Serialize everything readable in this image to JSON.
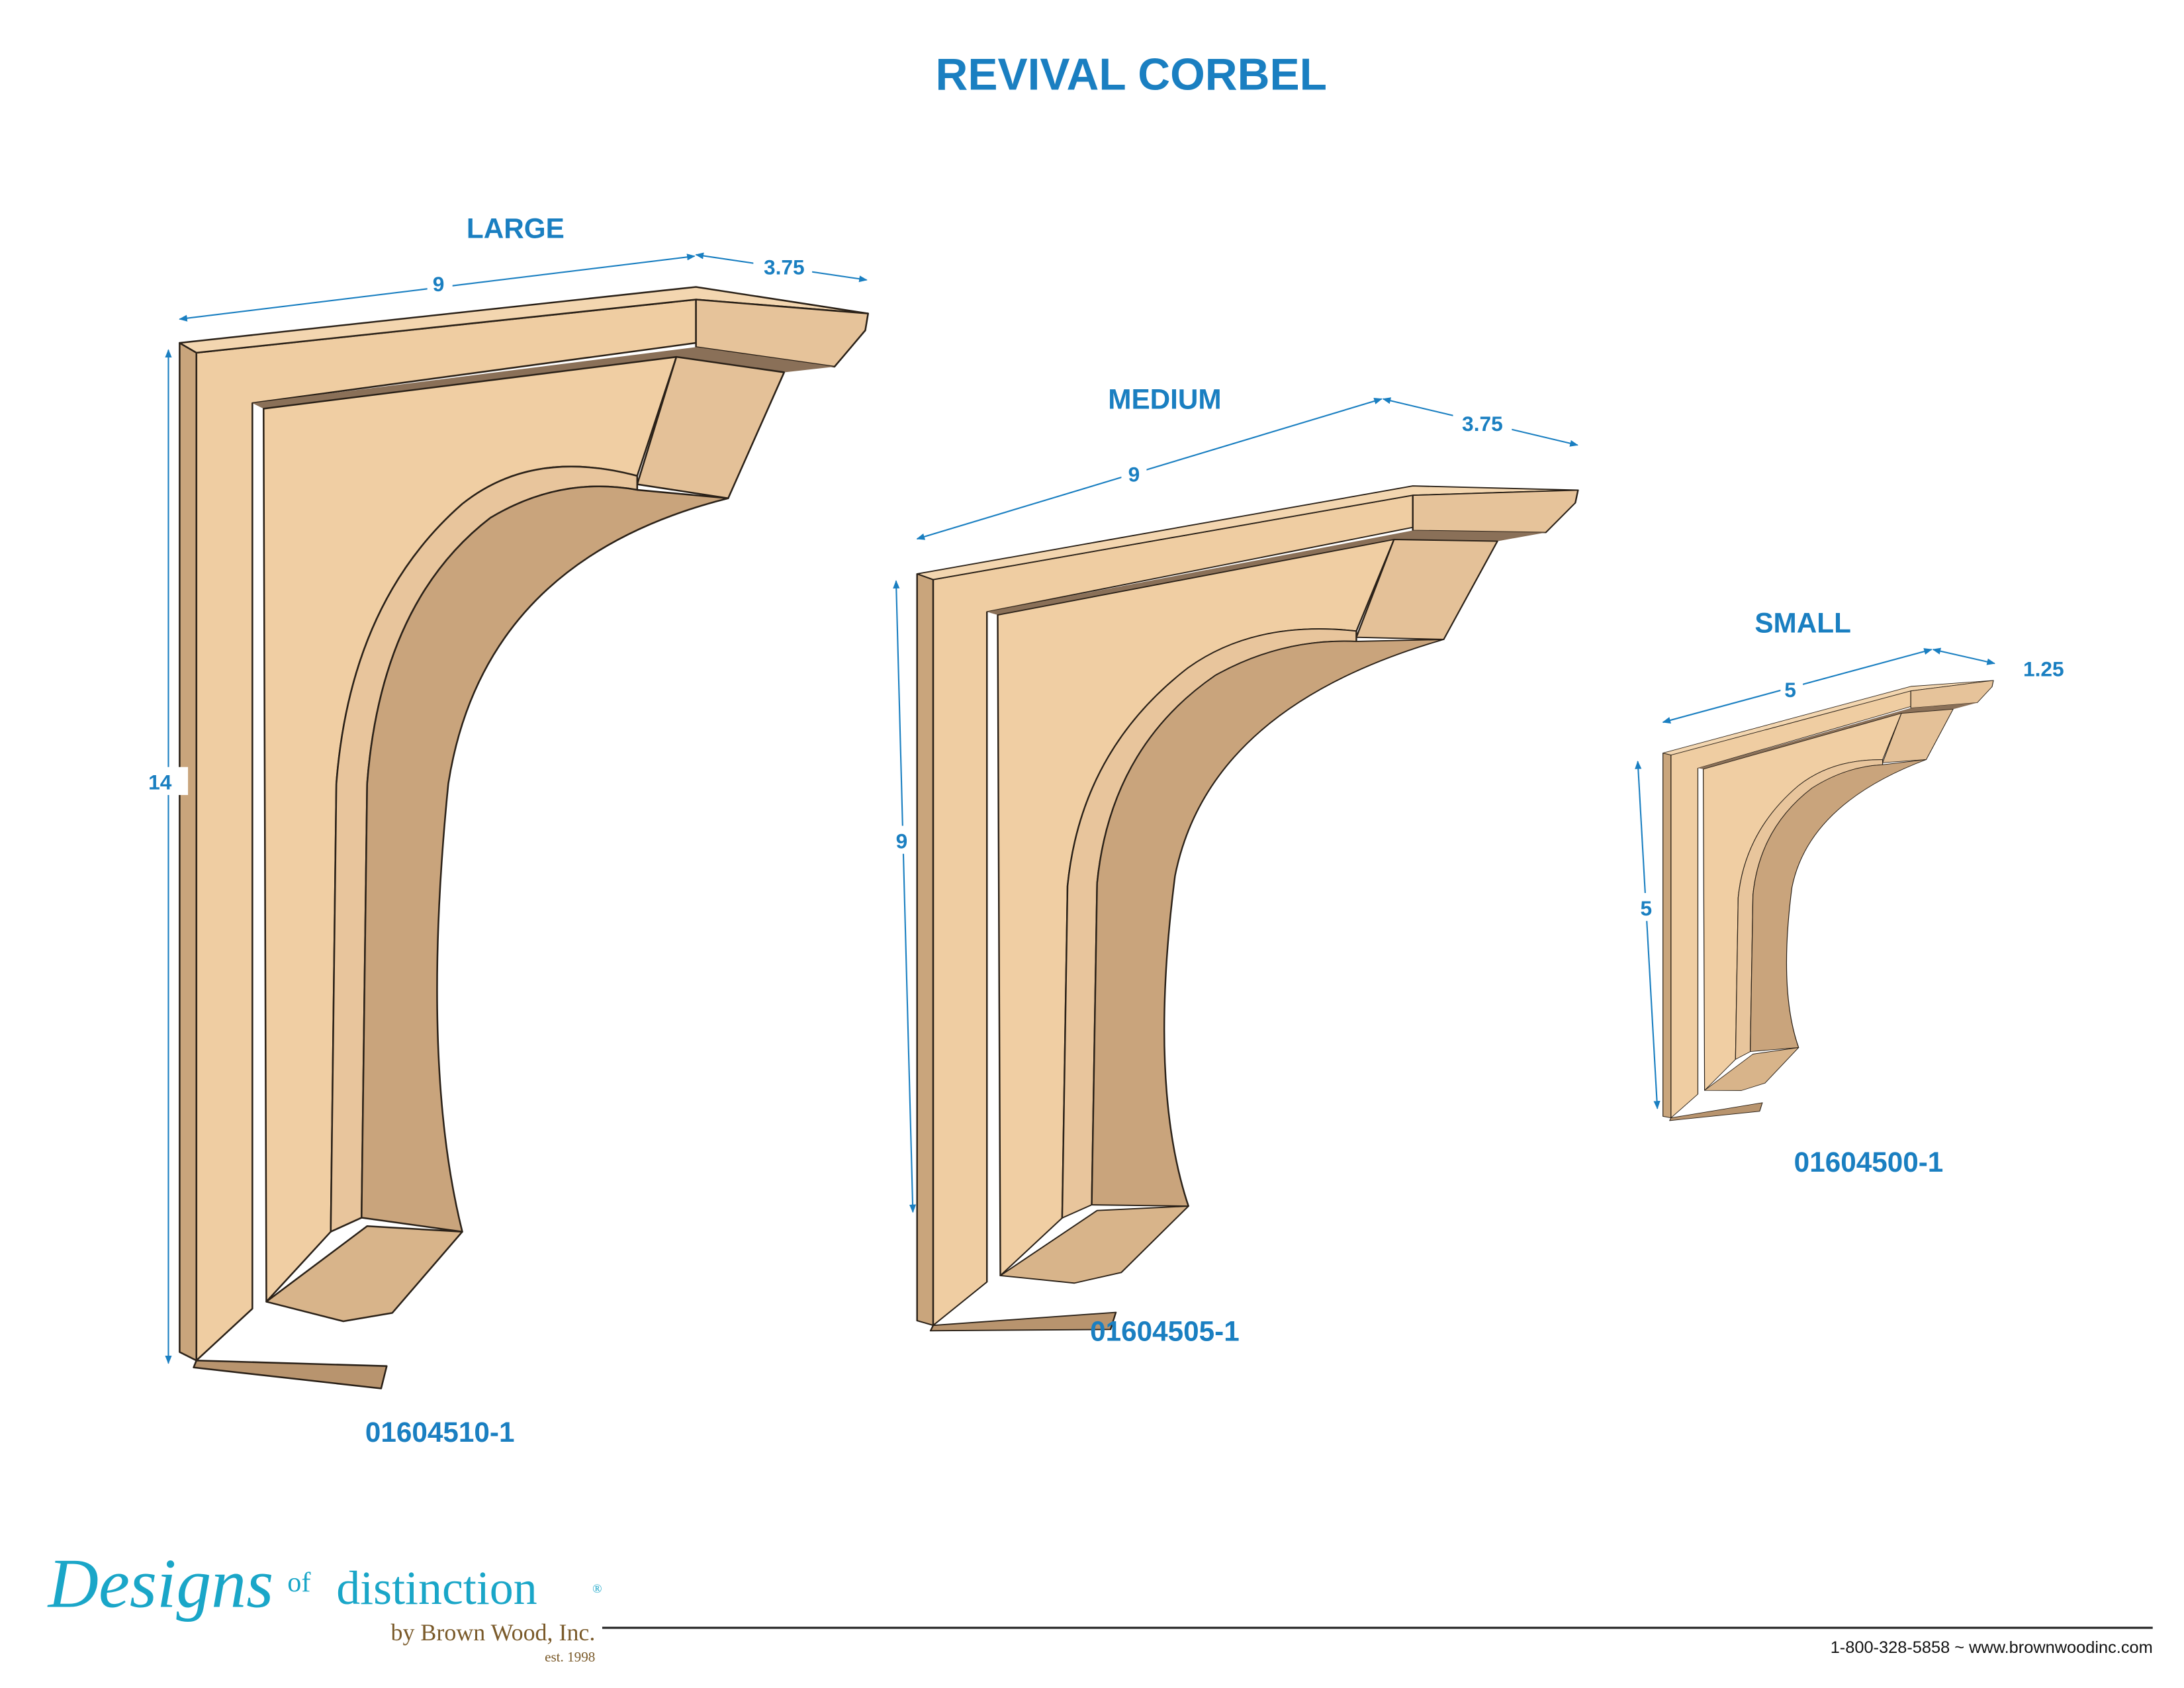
{
  "title": "REVIVAL CORBEL",
  "colors": {
    "accent": "#1a7fc1",
    "wood_light": "#f1cfa4",
    "wood_mid": "#e2bd90",
    "wood_dark": "#b89673",
    "logo_cyan": "#1aa6c8",
    "logo_brown": "#7a5a2a"
  },
  "products": [
    {
      "size": "LARGE",
      "width": "9",
      "depth": "3.75",
      "height": "14",
      "sku": "01604510-1"
    },
    {
      "size": "MEDIUM",
      "width": "9",
      "depth": "3.75",
      "height": "9",
      "sku": "01604505-1"
    },
    {
      "size": "SMALL",
      "width": "5",
      "depth": "1.25",
      "height": "5",
      "sku": "01604500-1"
    }
  ],
  "logo": {
    "word1": "Designs",
    "word2": "of",
    "word3": "distinction",
    "registered": "®",
    "byline": "by Brown Wood, Inc.",
    "est": "est. 1998"
  },
  "footer": {
    "contact": "1-800-328-5858 ~ www.brownwoodinc.com"
  }
}
